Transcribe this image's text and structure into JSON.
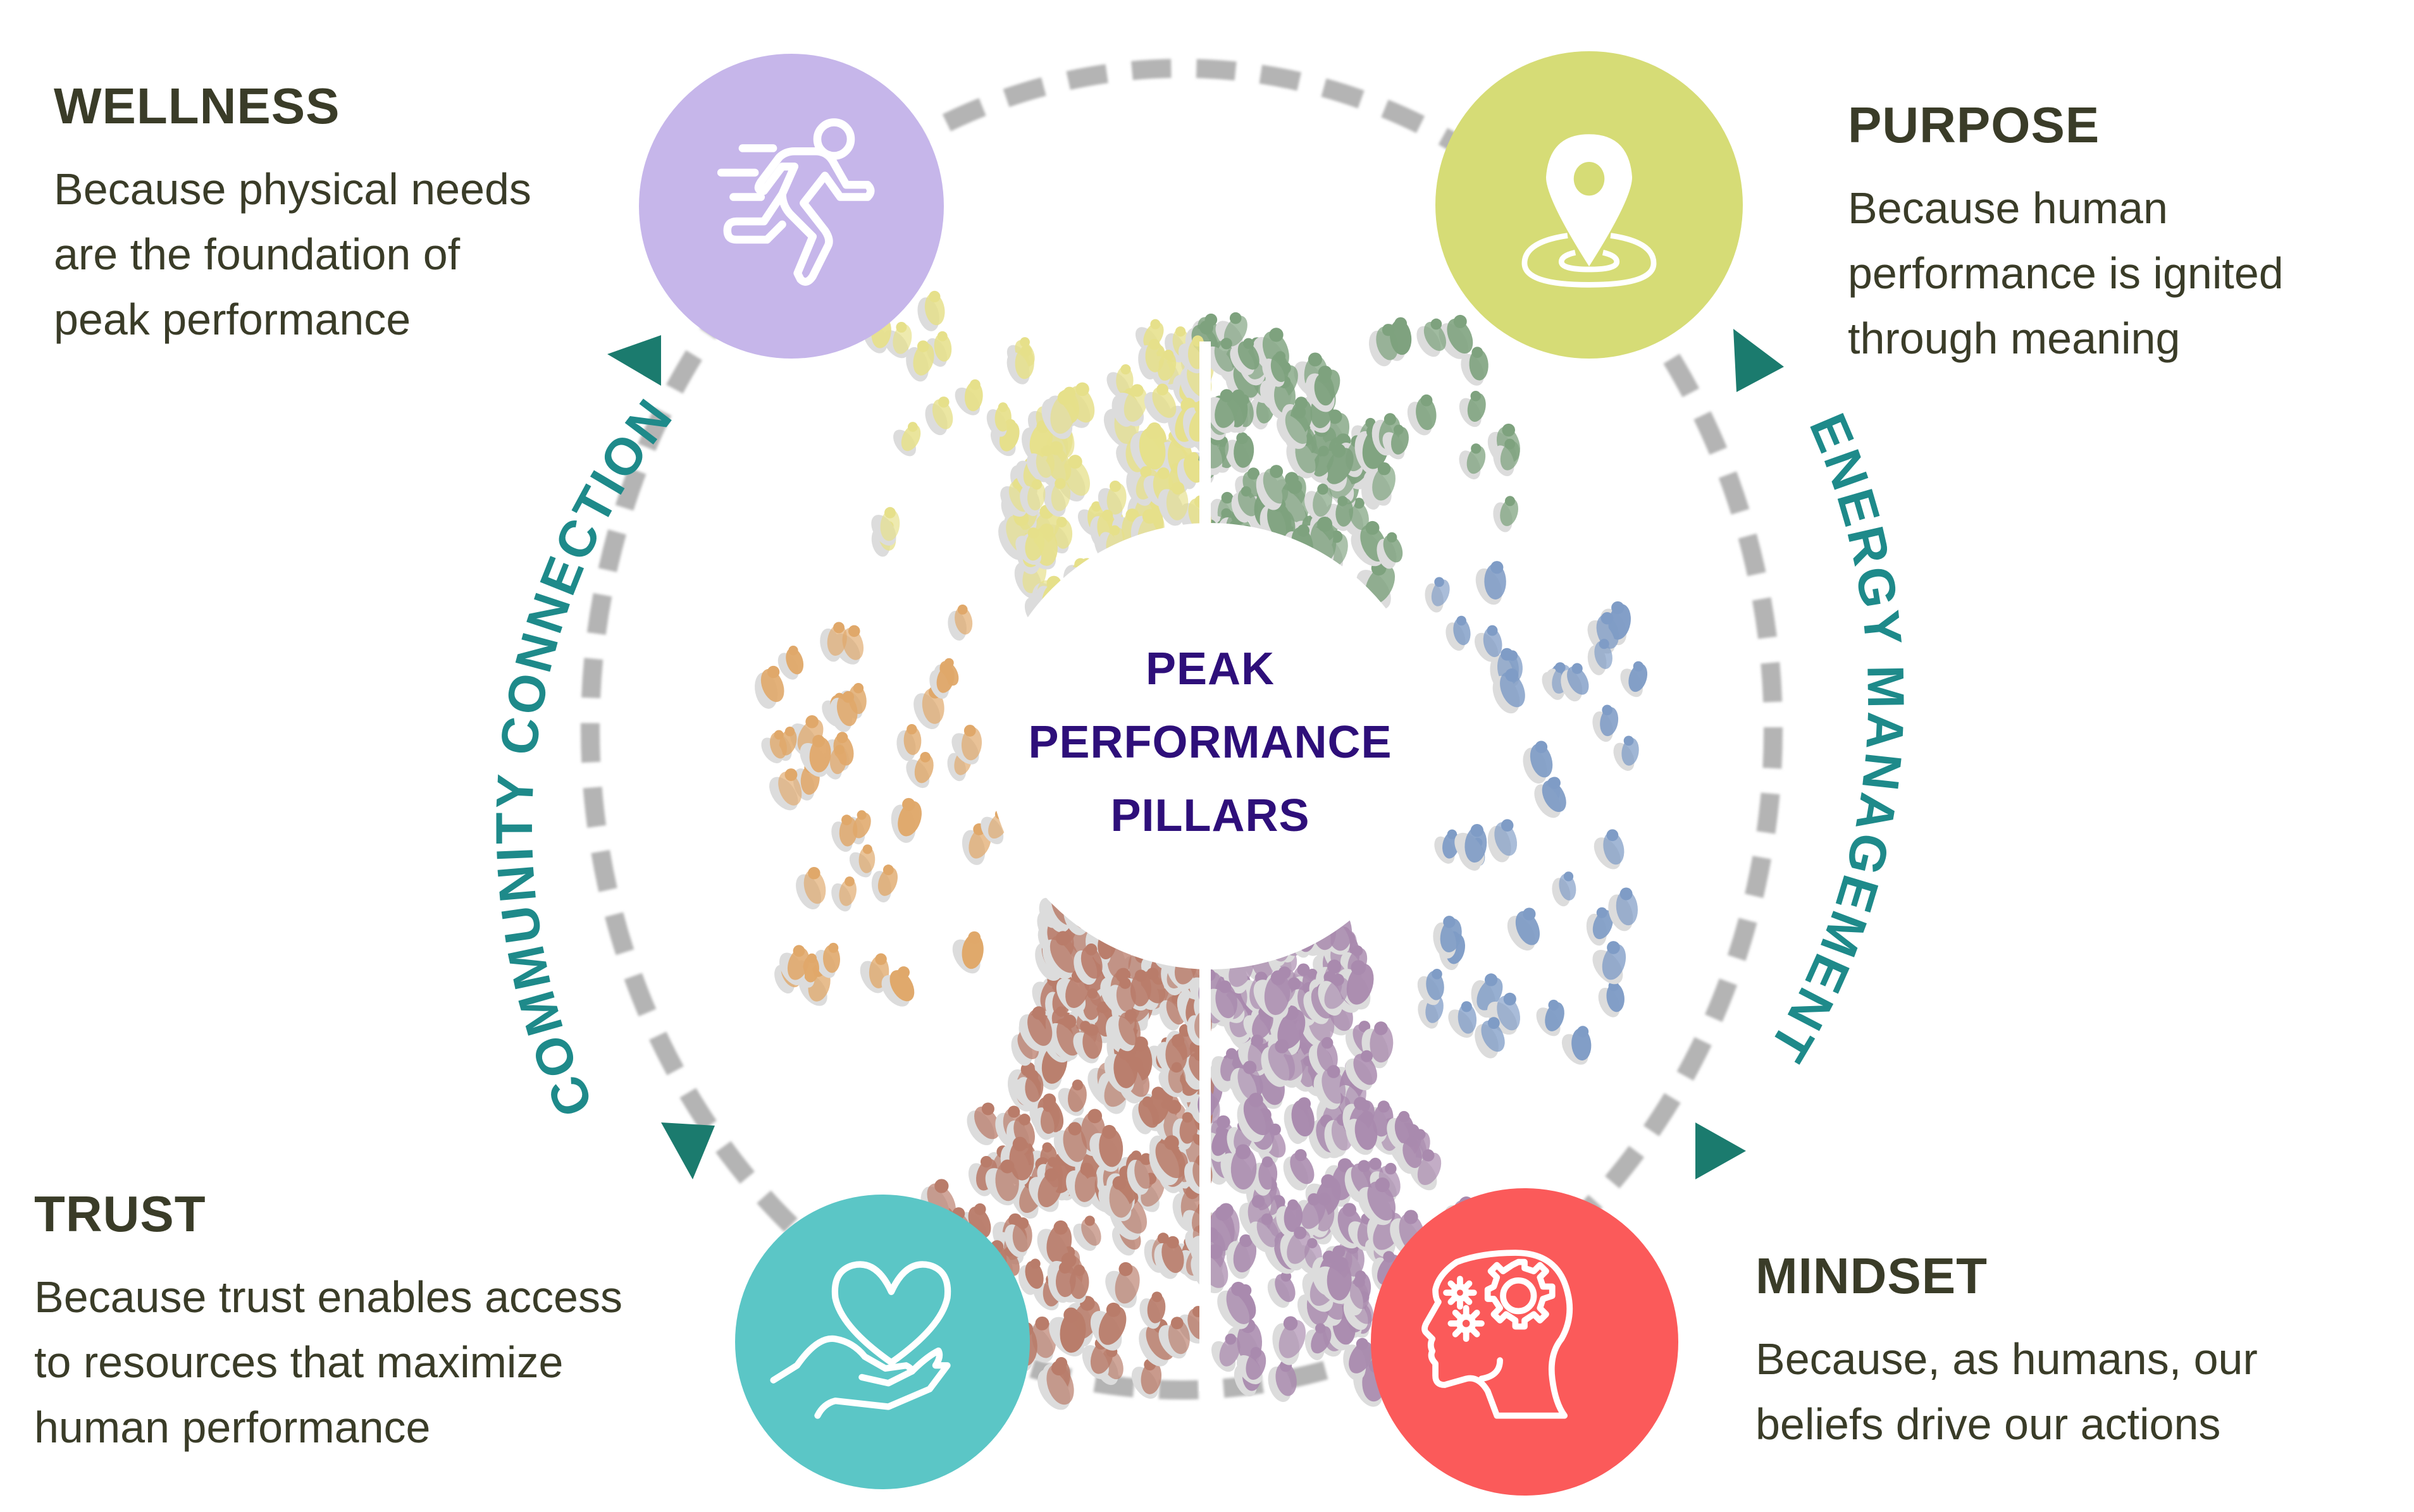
{
  "diagram": {
    "center": {
      "lines": [
        "PEAK",
        "PERFORMANCE",
        "PILLARS"
      ],
      "color": "#2e0f7a"
    },
    "ring_labels": {
      "left": "COMMUNITY CONNECTION",
      "right": "ENERGY MANAGEMENT",
      "color": "#1e8a8a"
    },
    "arrow_color": "#1b7b6e",
    "ring_color": "#b4b4b4",
    "text_color": "#3a3c28",
    "pillars": [
      {
        "id": "wellness",
        "title": "WELLNESS",
        "body": [
          "Because physical needs",
          "are the foundation of",
          "peak performance"
        ],
        "icon": "running-person-icon",
        "color": "#c6b6ea"
      },
      {
        "id": "purpose",
        "title": "PURPOSE",
        "body": [
          "Because human",
          "performance is ignited",
          "through meaning"
        ],
        "icon": "location-pin-icon",
        "color": "#d6dc76"
      },
      {
        "id": "trust",
        "title": "TRUST",
        "body": [
          "Because trust enables access",
          "to resources that maximize",
          "human performance"
        ],
        "icon": "heart-in-hand-icon",
        "color": "#5bc6c6"
      },
      {
        "id": "mindset",
        "title": "MINDSET",
        "body": [
          "Because, as humans, our",
          "beliefs drive our actions"
        ],
        "icon": "head-gears-icon",
        "color": "#fb5a5a"
      }
    ],
    "collage_quadrants": [
      {
        "name": "top-left",
        "color": "#e6e08a"
      },
      {
        "name": "top-right",
        "color": "#7ea27e"
      },
      {
        "name": "bottom-left",
        "color": "#b97c6a"
      },
      {
        "name": "bottom-right",
        "color": "#a98aae"
      },
      {
        "name": "left-scatter",
        "color": "#e0a86a"
      },
      {
        "name": "right-scatter",
        "color": "#7f9cc6"
      }
    ]
  }
}
